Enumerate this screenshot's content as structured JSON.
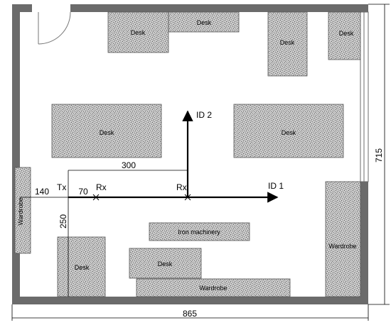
{
  "furniture": {
    "desk": "Desk",
    "wardrobe": "Wardrobe",
    "iron_machinery": "Iron machinery"
  },
  "antennas": {
    "tx": "Tx",
    "rx_near": "Rx",
    "rx_center": "Rx"
  },
  "axes": {
    "id1": "ID 1",
    "id2": "ID 2"
  },
  "dimensions": {
    "room_width": "865",
    "room_height": "715",
    "wall_to_tx": "140",
    "tx_to_rx": "70",
    "tx_to_rx_center": "300",
    "tx_to_floor": "250"
  },
  "colors": {
    "wall": "#6b6b6b",
    "furniture_fill": "#b8b8b8",
    "furniture_stroke": "#555555",
    "axis": "#000000"
  }
}
